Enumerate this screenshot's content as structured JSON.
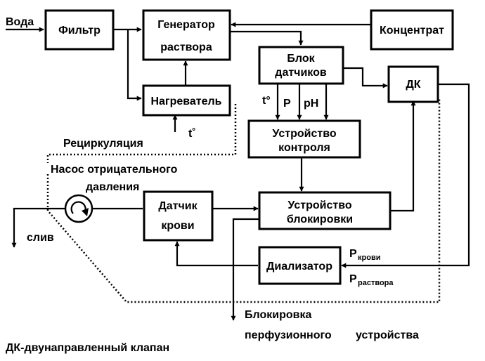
{
  "inputs": {
    "water": "Вода"
  },
  "blocks": {
    "filter": "Фильтр",
    "generator_line1": "Генератор",
    "generator_line2": "раствора",
    "heater": "Нагреватель",
    "concentrate": "Концентрат",
    "sensors_line1": "Блок",
    "sensors_line2": "датчиков",
    "dk": "ДК",
    "control_line1": "Устройство",
    "control_line2": "контроля",
    "blood_sensor_line1": "Датчик",
    "blood_sensor_line2": "крови",
    "blocking_line1": "Устройство",
    "blocking_line2": "блокировки",
    "dialyzer": "Диализатор"
  },
  "signals": {
    "temp": "t°",
    "pressure": "P",
    "ph": "pH",
    "heater_temp": "t˚"
  },
  "pressures": {
    "blood_main": "P",
    "blood_sub": "крови",
    "solution_main": "P",
    "solution_sub": "раствора"
  },
  "labels": {
    "recirculation": "Рециркуляция",
    "pump_line1": "Насос  отрицательного",
    "pump_line2": "давления",
    "drain": "слив",
    "block_out_line1": "Блокировка",
    "block_out_line2": "перфузионного",
    "block_out_line3": "устройства",
    "legend": "ДК-двунаправленный клапан"
  }
}
